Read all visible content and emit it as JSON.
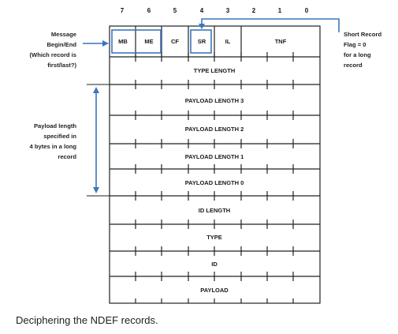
{
  "bit_numbers": [
    "7",
    "6",
    "5",
    "4",
    "3",
    "2",
    "1",
    "0"
  ],
  "header_fields": {
    "mb": "MB",
    "me": "ME",
    "cf": "CF",
    "sr": "SR",
    "il": "IL",
    "tnf": "TNF"
  },
  "rows": [
    "TYPE LENGTH",
    "PAYLOAD LENGTH 3",
    "PAYLOAD LENGTH 2",
    "PAYLOAD LENGTH 1",
    "PAYLOAD LENGTH 0",
    "ID LENGTH",
    "TYPE",
    "ID",
    "PAYLOAD"
  ],
  "annotations": {
    "message_begin_end": [
      "Message",
      "Begin/End",
      "(Which record is",
      "first/last?)"
    ],
    "payload_length": [
      "Payload length",
      "specified in",
      "4 bytes in a long",
      "record"
    ],
    "short_record": [
      "Short Record",
      "Flag = 0",
      "for a long",
      "record"
    ]
  },
  "colors": {
    "accent": "#3a76c0",
    "outline": "#222222"
  },
  "caption": "Deciphering the NDEF records."
}
